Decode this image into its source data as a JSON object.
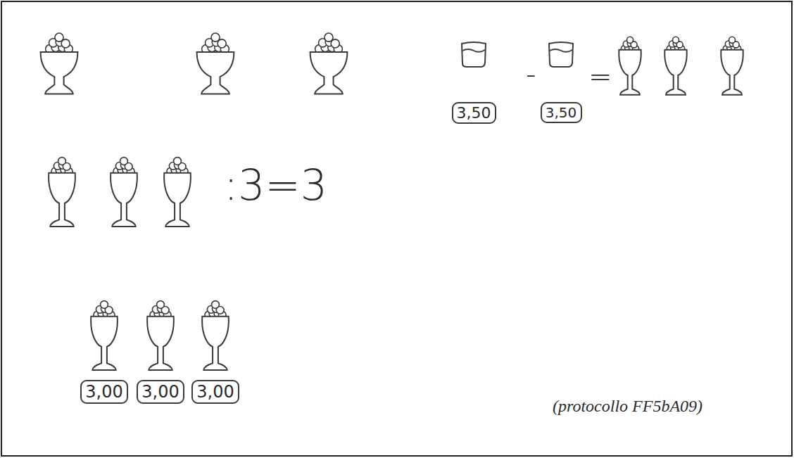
{
  "diagram": {
    "caption": "(protocollo FF5bA09)",
    "nodes": [
      {
        "text": [
          "3,50"
        ]
      },
      {
        "text": [
          "3,50"
        ]
      },
      {
        "text": [
          "3,00"
        ]
      },
      {
        "text": [
          "3,00"
        ]
      },
      {
        "text": [
          "3,00"
        ]
      }
    ],
    "labels": [
      "-",
      "=",
      ":3=3"
    ]
  }
}
